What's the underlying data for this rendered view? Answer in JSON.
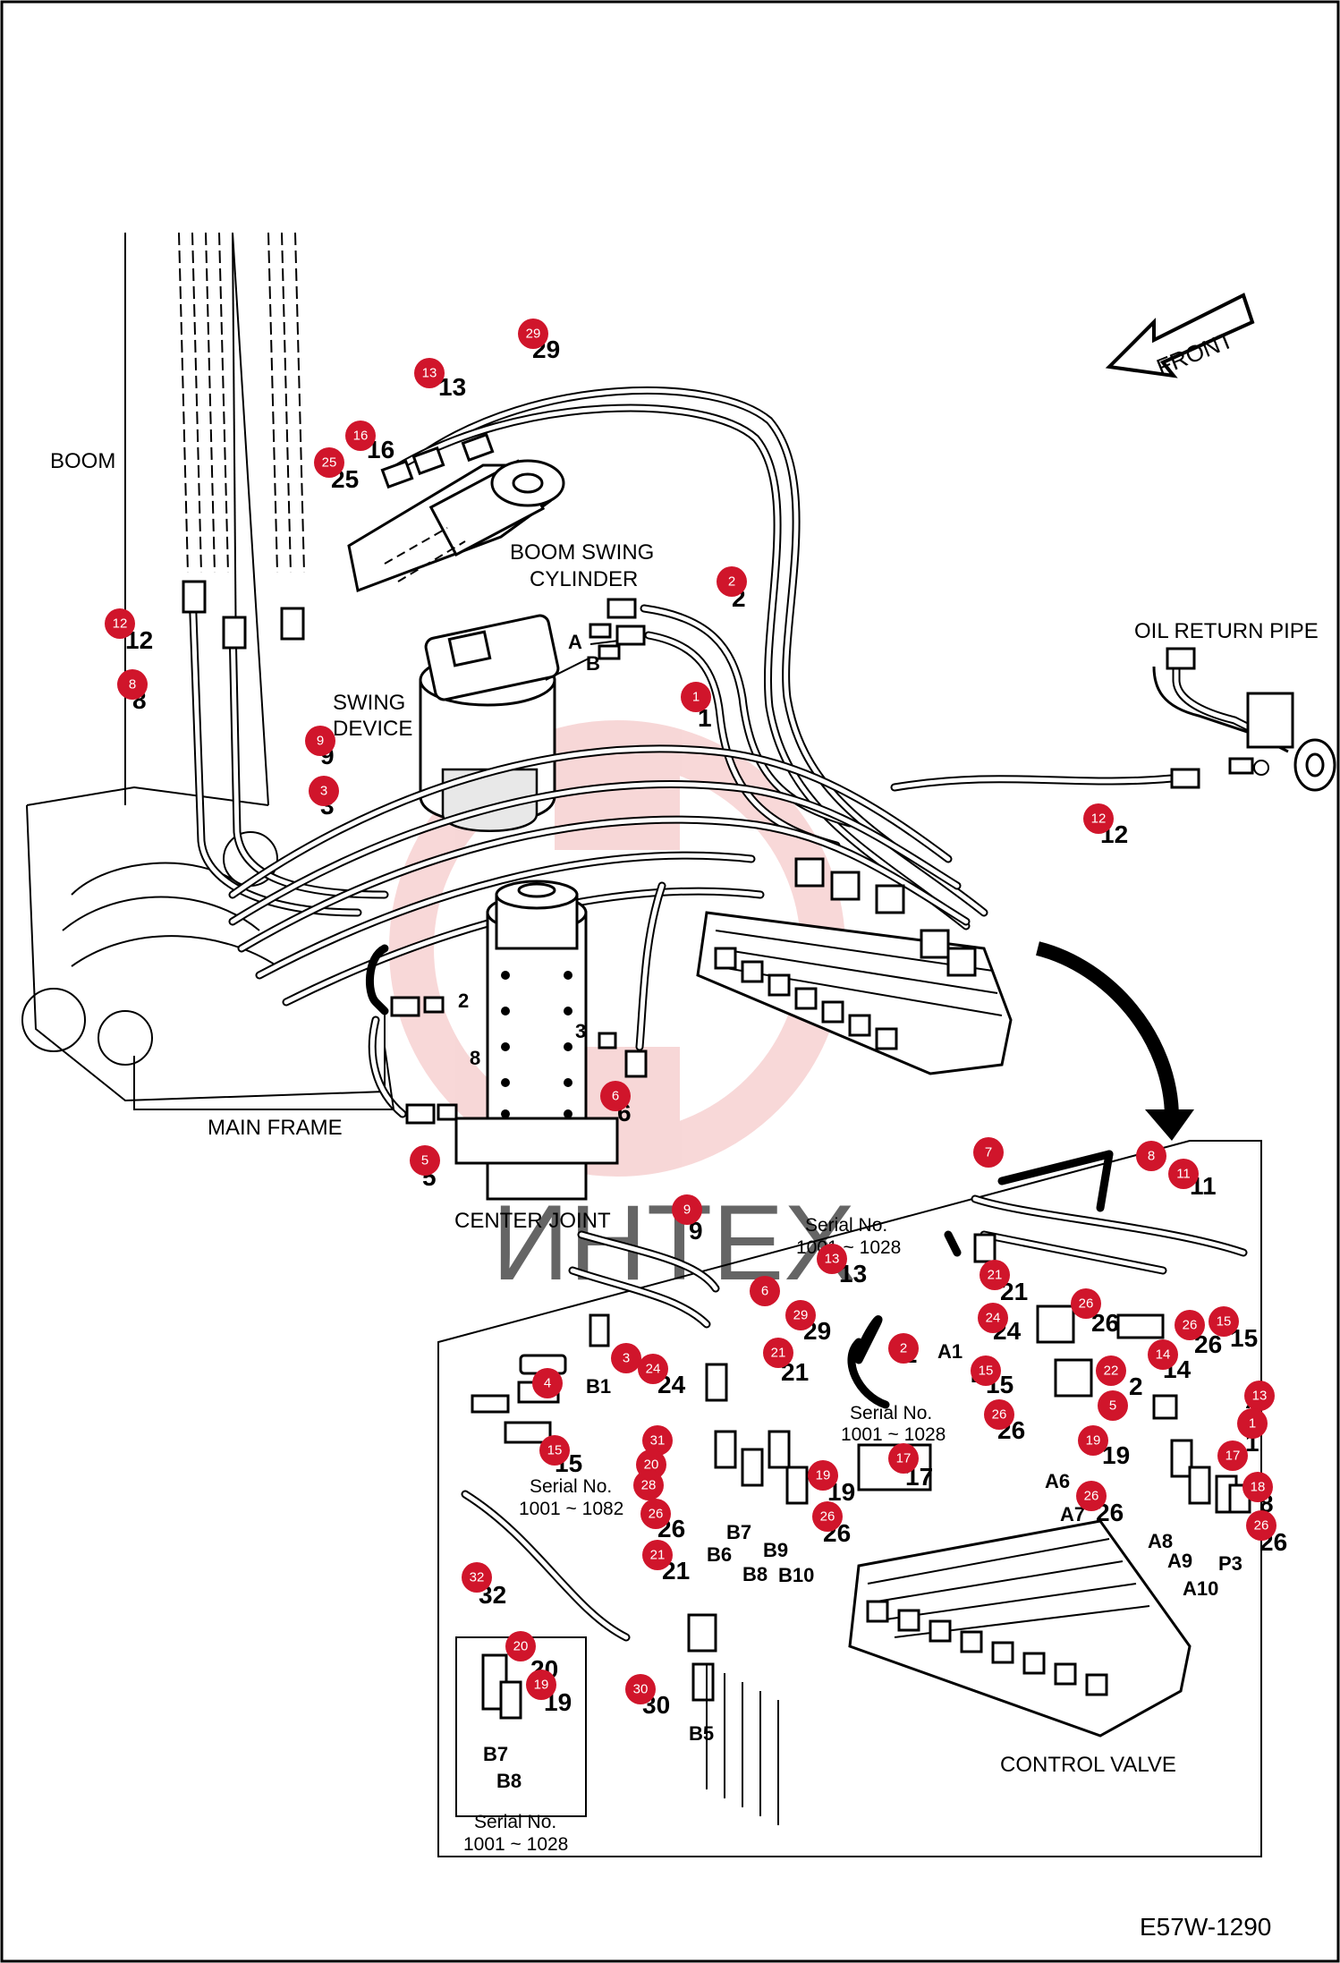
{
  "labels": {
    "boom": "BOOM",
    "boom_swing_cylinder_1": "BOOM SWING",
    "boom_swing_cylinder_2": "CYLINDER",
    "swing_device_1": "SWING",
    "swing_device_2": "DEVICE",
    "oil_return_pipe": "OIL RETURN PIPE",
    "main_frame": "MAIN FRAME",
    "center_joint": "CENTER JOINT",
    "control_valve": "CONTROL VALVE",
    "front": "FRONT",
    "watermark": "ИНТЕХ",
    "drawing_code": "E57W-1290"
  },
  "serial_notes": {
    "a_line1": "Serial No.",
    "a_line2": "1001 ~ 1028",
    "b_line1": "Serial No.",
    "b_line2": "1001 ~ 1028",
    "c_line1": "Serial No.",
    "c_line2": "1001 ~ 1082",
    "d_line1": "Serial No.",
    "d_line2": "1001 ~ 1028"
  },
  "ports": {
    "A": "A",
    "B": "B",
    "A1": "A1",
    "B1": "B1",
    "A6": "A6",
    "A7": "A7",
    "A8": "A8",
    "A9": "A9",
    "A10": "A10",
    "B5": "B5",
    "B6": "B6",
    "B7": "B7",
    "B8": "B8",
    "B9": "B9",
    "B10": "B10",
    "P3": "P3",
    "B7_inset": "B7",
    "B8_inset": "B8"
  },
  "parts": {
    "p1": "1",
    "p1b": "1",
    "p2": "2",
    "p2b": "2",
    "p2c": "2",
    "p2d": "2",
    "p3": "3",
    "p3b": "3",
    "p3c": "3",
    "p5": "5",
    "p6": "6",
    "p8": "8",
    "p8b": "8",
    "p9": "9",
    "p9b": "9",
    "p12": "12",
    "p12b": "12",
    "p13": "13",
    "p13b": "13",
    "p14": "14",
    "p15": "15",
    "p15b": "15",
    "p15c": "15",
    "p16": "16",
    "p17": "17",
    "p19": "19",
    "p19b": "19",
    "p19c": "19",
    "p20": "20",
    "p21": "21",
    "p21b": "21",
    "p21c": "21",
    "p24": "24",
    "p24b": "24",
    "p25": "25",
    "p26": "26",
    "p26b": "26",
    "p26c": "26",
    "p26d": "26",
    "p26e": "26",
    "p26f": "26",
    "p29": "29",
    "p29b": "29",
    "p30": "30",
    "p32": "32",
    "p11": "11"
  },
  "badges": {
    "b29": "29",
    "b13": "13",
    "b16": "16",
    "b25": "25",
    "b12": "12",
    "b8": "8",
    "b9": "9",
    "b3": "3",
    "b2": "2",
    "b1": "1",
    "b12b": "12",
    "b6": "6",
    "b5": "5",
    "b7": "7",
    "b8b": "8",
    "b11": "11",
    "b9b": "9",
    "b13b": "13",
    "b6b": "6",
    "b29b": "29",
    "b21": "21",
    "b2b": "2",
    "b21b": "21",
    "b26": "26",
    "b24": "24",
    "b26b": "26",
    "b15": "15",
    "b4": "4",
    "b3b": "3",
    "b24b": "24",
    "b14": "14",
    "b15b": "15",
    "b22": "22",
    "b13c": "13",
    "b26c": "26",
    "b5b": "5",
    "b1b": "1",
    "b15c": "15",
    "b31": "31",
    "b20": "20",
    "b28": "28",
    "b17": "17",
    "b19": "19",
    "b19b": "19",
    "b17b": "17",
    "b18": "18",
    "b26d": "26",
    "b26e": "26",
    "b26f": "26",
    "b21c": "21",
    "b32": "32",
    "b20b": "20",
    "b19c": "19",
    "b30": "30"
  },
  "colors": {
    "badge": "#d0152b",
    "line": "#000000",
    "watermark": "#f2b8b8"
  }
}
